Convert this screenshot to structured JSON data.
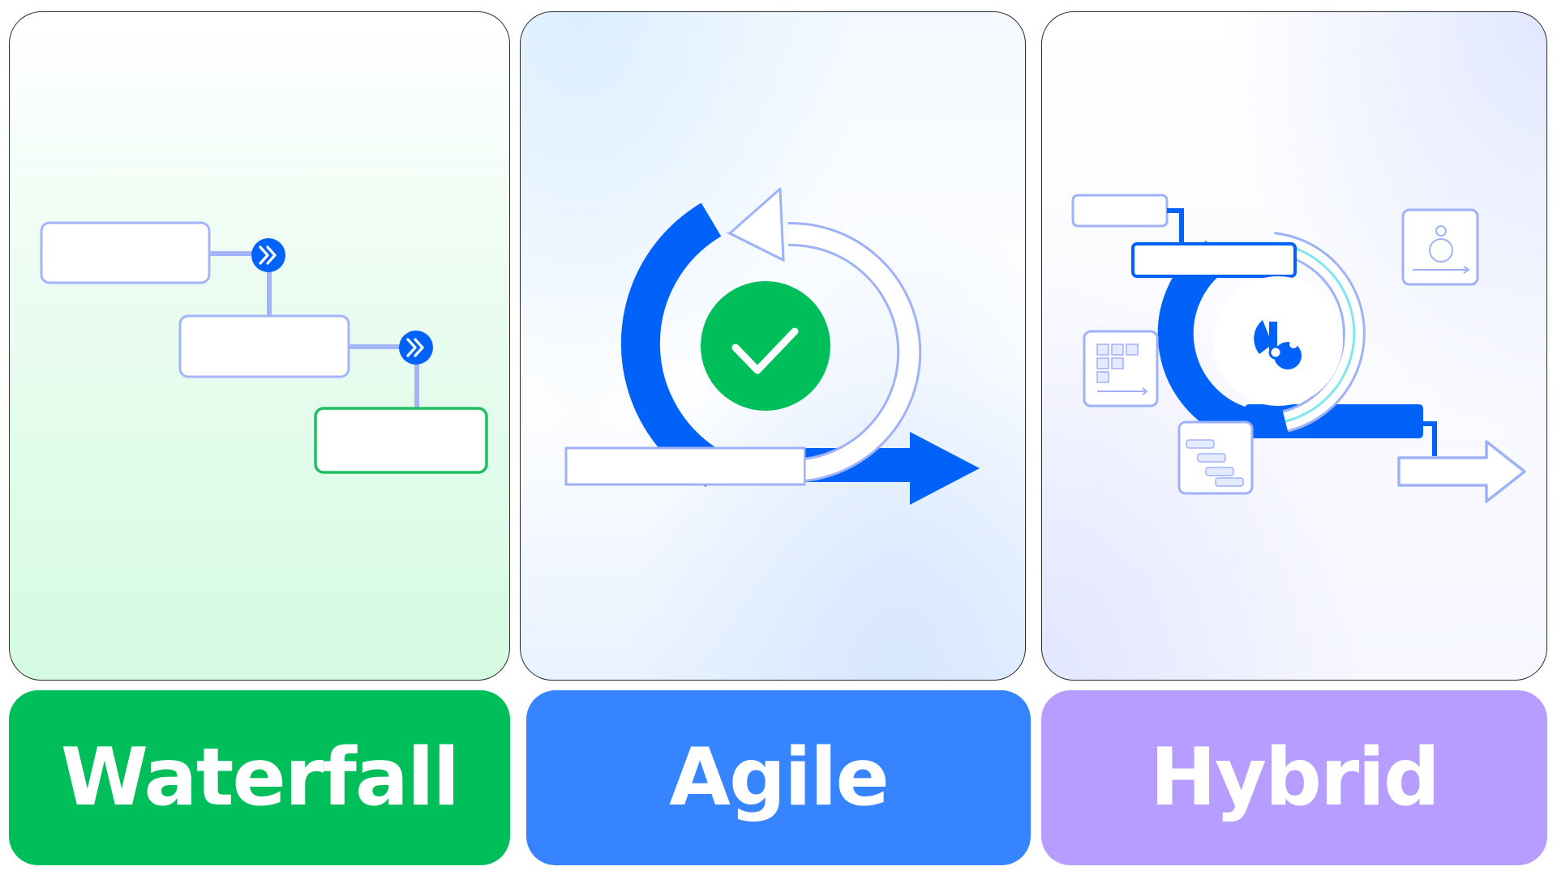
{
  "labels": {
    "waterfall": "Waterfall",
    "agile": "Agile",
    "hybrid": "Hybrid"
  },
  "colors": {
    "waterfall": "#00bf5a",
    "agile": "#3684ff",
    "hybrid": "#b79dff",
    "primary_blue": "#0062f8",
    "outline_blue": "#9fb1f8",
    "success_green": "#00bf5a",
    "cyan": "#7ee6f2"
  },
  "icons": {
    "waterfall": [
      "double-chevron-icon"
    ],
    "agile": [
      "check-icon",
      "loop-arrow-icon"
    ],
    "hybrid": [
      "sprint-cycle-icon",
      "grid-board-icon",
      "gantt-icon",
      "gear-icon",
      "arrow-icon"
    ]
  }
}
